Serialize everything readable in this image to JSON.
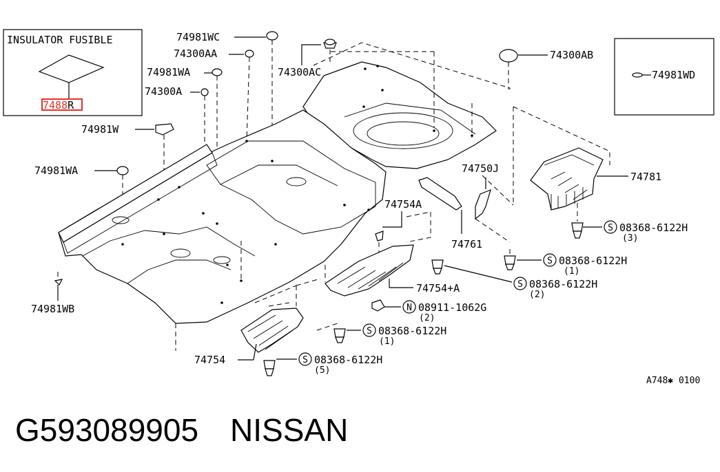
{
  "inset": {
    "title": "INSULATOR FUSIBLE",
    "part_prefix": "7488",
    "part_suffix": "R"
  },
  "inset_right": {
    "label": "74981WD"
  },
  "labels": {
    "p74981WC": "74981WC",
    "p74300AA": "74300AA",
    "p74981WA_top": "74981WA",
    "p74300A": "74300A",
    "p74300AC": "74300AC",
    "p74300AB": "74300AB",
    "p74981W": "74981W",
    "p74981WA_left": "74981WA",
    "p74981WB": "74981WB",
    "p74750J": "74750J",
    "p74781": "74781",
    "p74754A": "74754A",
    "p74761": "74761",
    "p74754plusA": "74754+A",
    "p74754": "74754"
  },
  "fasteners": [
    {
      "symbol": "S",
      "code": "08368-6122H",
      "qty": "(3)"
    },
    {
      "symbol": "S",
      "code": "08368-6122H",
      "qty": "(1)"
    },
    {
      "symbol": "S",
      "code": "08368-6122H",
      "qty": "(2)"
    },
    {
      "symbol": "N",
      "code": "08911-1062G",
      "qty": "(2)"
    },
    {
      "symbol": "S",
      "code": "08368-6122H",
      "qty": "(1)"
    },
    {
      "symbol": "S",
      "code": "08368-6122H",
      "qty": "(5)"
    }
  ],
  "diagram_code": "A748✱ 0100",
  "footer": {
    "part_number": "G593089905",
    "brand": "NISSAN"
  },
  "colors": {
    "highlight": "#e8302a",
    "ink": "#000000"
  }
}
